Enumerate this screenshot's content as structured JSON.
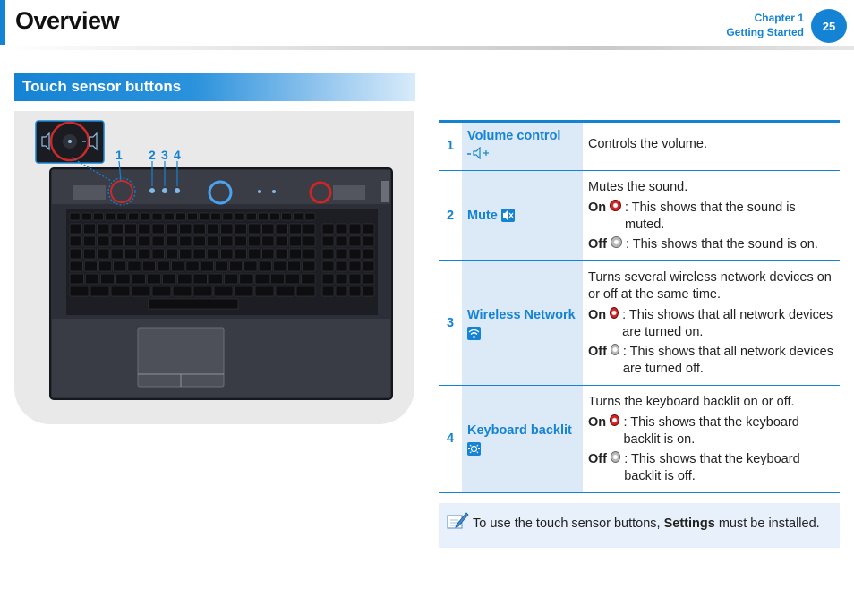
{
  "header": {
    "title": "Overview",
    "chapter": "Chapter 1",
    "section": "Getting Started",
    "page_number": "25"
  },
  "section": {
    "heading": "Touch sensor buttons"
  },
  "figure": {
    "callout_labels": [
      "1",
      "2",
      "3",
      "4"
    ]
  },
  "table": {
    "rows": [
      {
        "number": "1",
        "name": "Volume control",
        "name_icon": "volume-icon",
        "description": "Controls the volume.",
        "states": []
      },
      {
        "number": "2",
        "name": "Mute",
        "name_icon": "mute-icon",
        "description": "Mutes the sound.",
        "states": [
          {
            "label": "On",
            "text": ": This shows that the sound is muted."
          },
          {
            "label": "Off",
            "text": ": This shows that the sound is on."
          }
        ]
      },
      {
        "number": "3",
        "name": "Wireless Network",
        "name_icon": "wireless-icon",
        "description": "Turns several wireless network devices on or off at the same time.",
        "states": [
          {
            "label": "On",
            "text": ": This shows that all network devices are turned on."
          },
          {
            "label": "Off",
            "text": ": This shows that all network devices are turned off."
          }
        ]
      },
      {
        "number": "4",
        "name": "Keyboard backlit",
        "name_icon": "backlight-icon",
        "description": "Turns the keyboard backlit on or off.",
        "states": [
          {
            "label": "On",
            "text": ": This shows that the keyboard backlit is on."
          },
          {
            "label": "Off",
            "text": ": This shows that the keyboard backlit is off."
          }
        ]
      }
    ]
  },
  "note": {
    "prefix": "To use the touch sensor buttons, ",
    "emphasis": "Settings",
    "suffix": " must be installed."
  },
  "colors": {
    "accent": "#1583d4",
    "name_cell_bg": "#dceaf7",
    "on_indicator": "#d32424",
    "off_indicator": "#b9b9b9"
  }
}
